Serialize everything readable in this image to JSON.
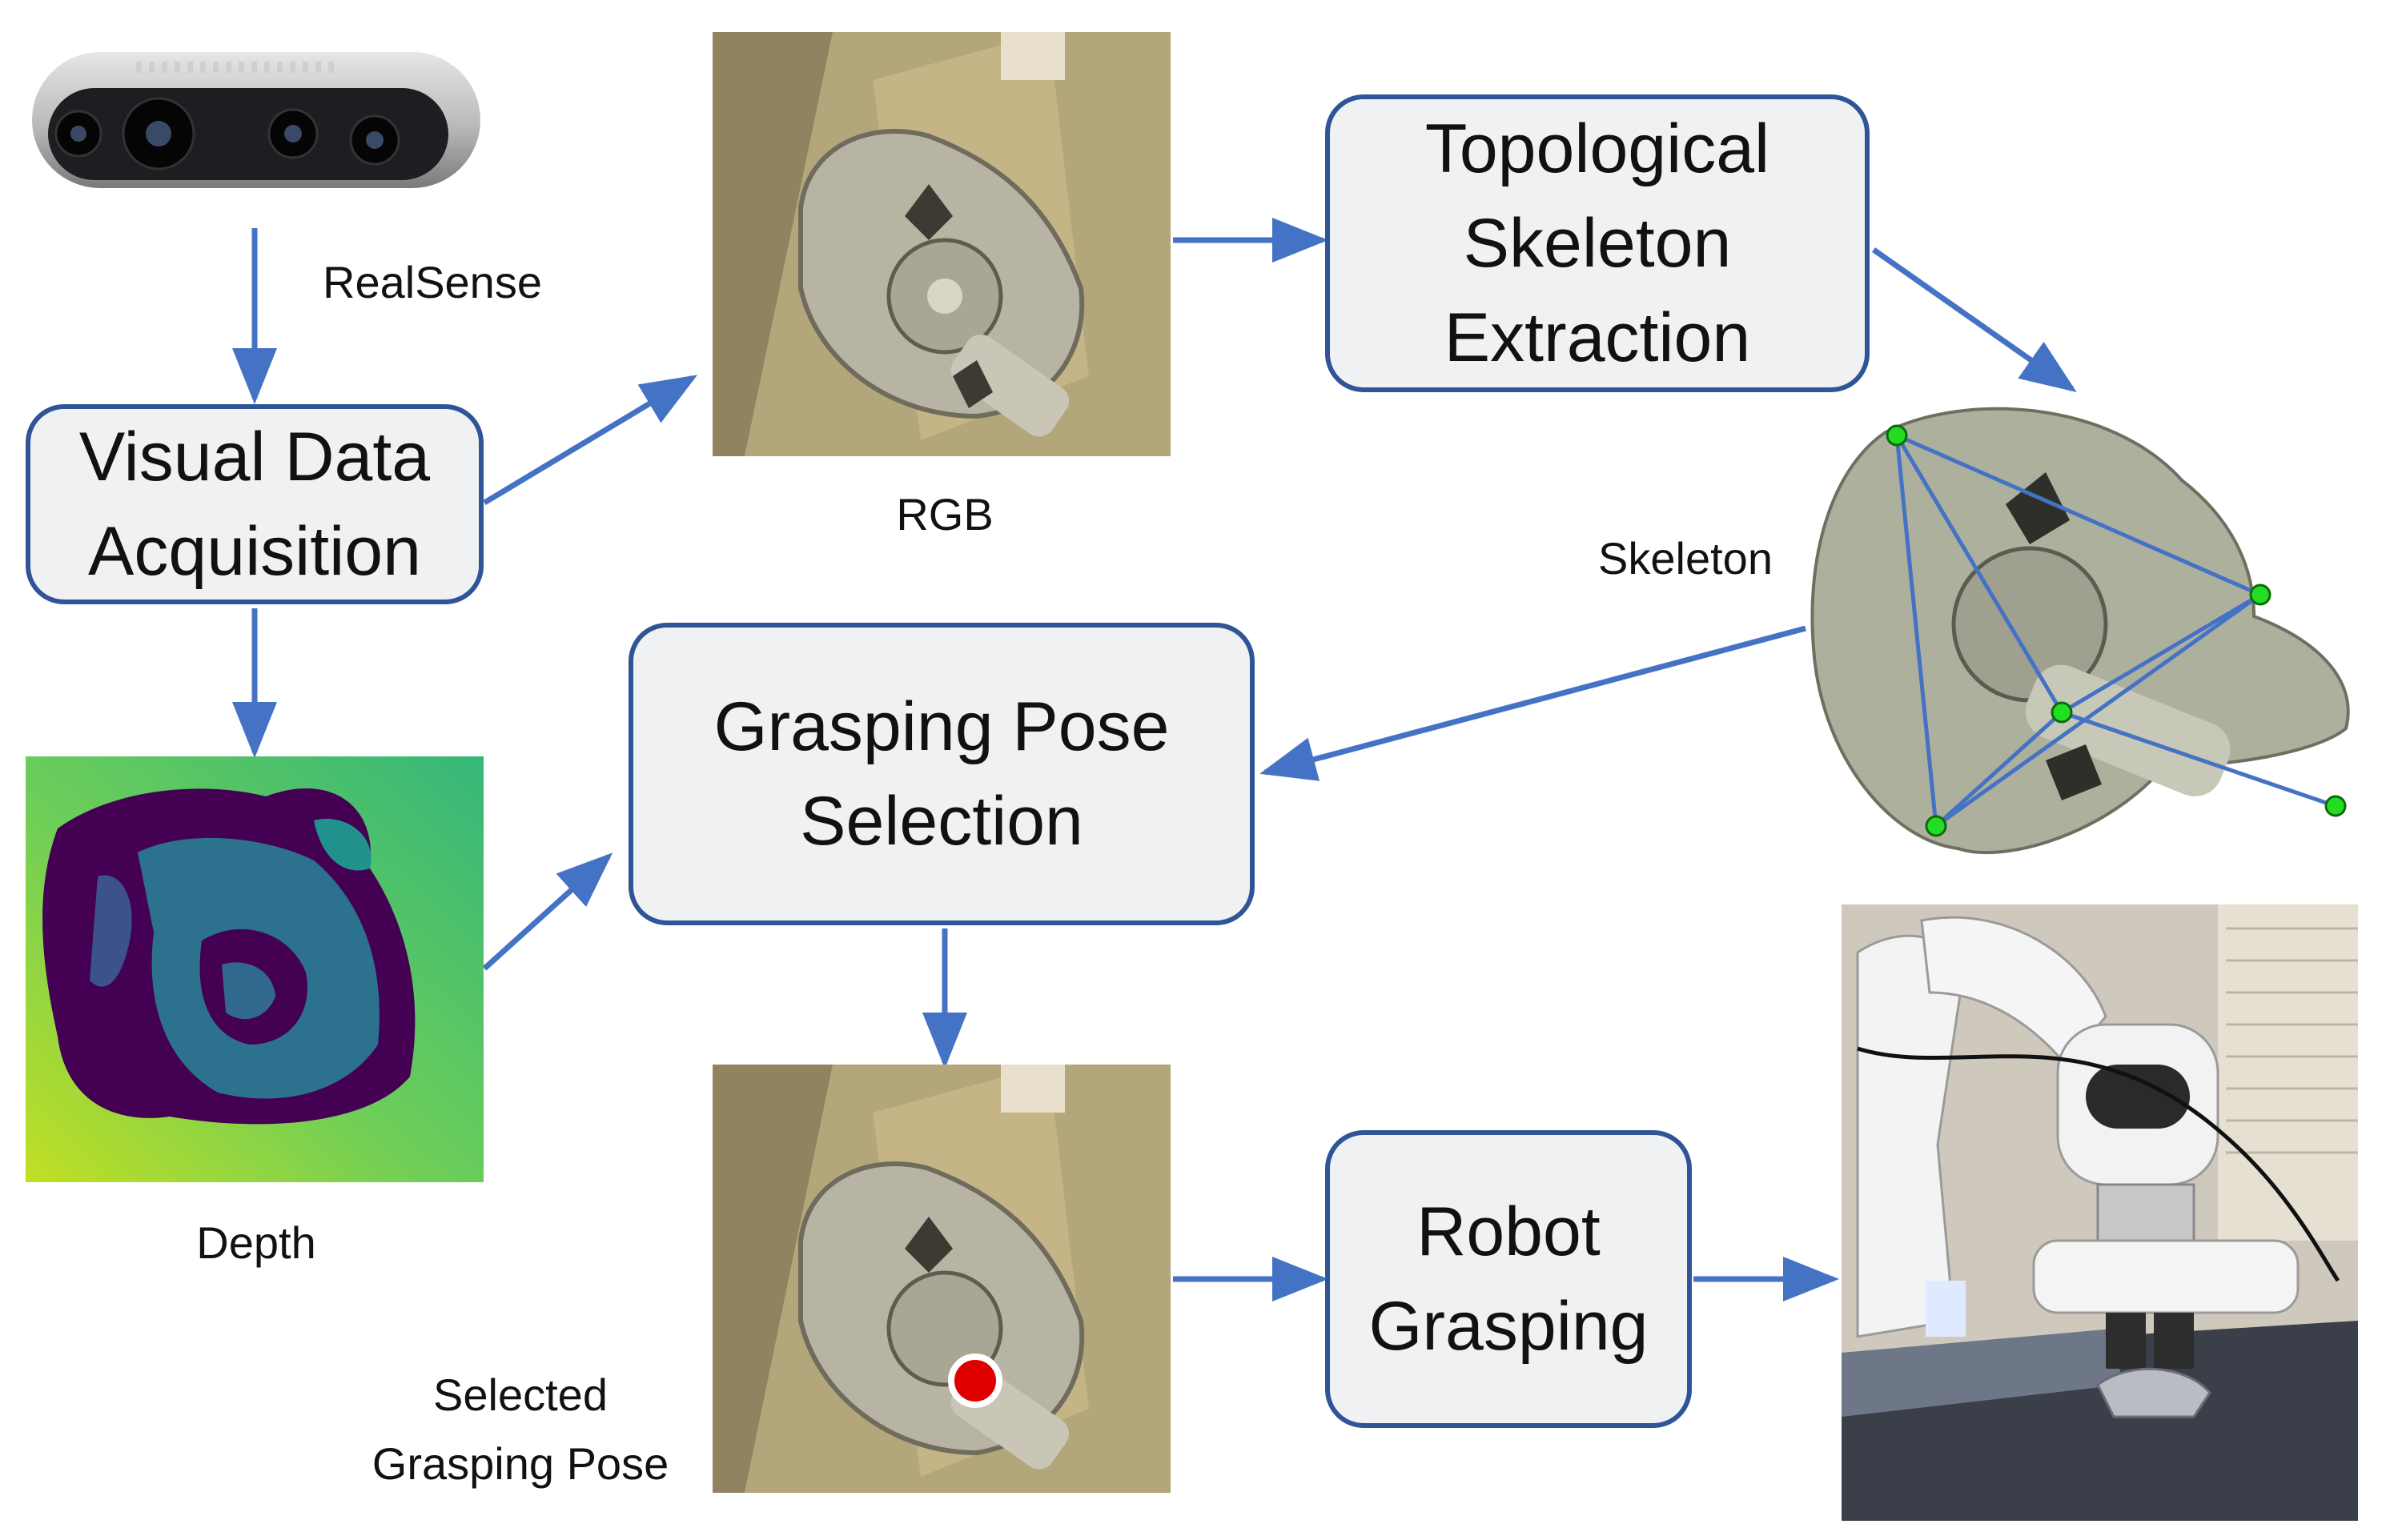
{
  "nodes": {
    "visual_data_acquisition": "Visual Data\nAcquisition",
    "topological_skeleton_extraction": "Topological\nSkeleton\nExtraction",
    "grasping_pose_selection": "Grasping Pose\nSelection",
    "robot_grasping": "Robot\nGrasping"
  },
  "captions": {
    "realsense": "RealSense",
    "rgb": "RGB",
    "depth": "Depth",
    "skeleton": "Skeleton",
    "selected_grasping_pose": "Selected\nGrasping Pose"
  },
  "colors": {
    "arrow": "#4472c4",
    "box_border": "#2f5597",
    "box_fill": "#f0f1f3",
    "skeleton_line": "#4472c4",
    "skeleton_node": "#22dd22",
    "grasp_point": "#e00000"
  },
  "icons": {
    "camera": "realsense-camera-photo",
    "rgb": "pump-part-photo",
    "depth": "depth-map-image",
    "skeleton": "skeleton-overlay-photo",
    "selected": "pump-part-with-grasp-point-photo",
    "robot": "robot-arm-photo"
  }
}
